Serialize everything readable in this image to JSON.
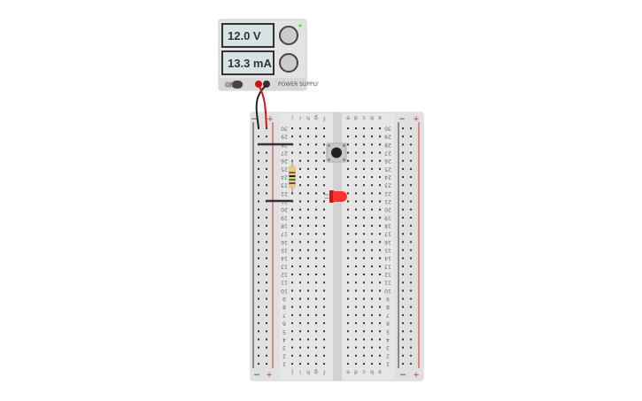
{
  "power_supply": {
    "voltage_display": "12.0 V",
    "current_display": "13.3 mA",
    "switch_label": "ON",
    "brand_label": "POWER SUPPLY",
    "indicator_color": "#44dd44"
  },
  "breadboard": {
    "rows": 30,
    "left_columns": [
      "j",
      "i",
      "h",
      "g",
      "f"
    ],
    "right_columns": [
      "e",
      "d",
      "c",
      "b",
      "a"
    ],
    "rail_minus": "−",
    "rail_plus": "+",
    "rail_colors": {
      "minus": "#333333",
      "plus": "#cc3333"
    }
  },
  "components": {
    "resistor": {
      "bands": [
        "#8a5a2b",
        "#222222",
        "#2b8a2b",
        "#8a2b8a"
      ]
    },
    "led": {
      "color": "#ff3333"
    },
    "pushbutton": {},
    "wires": [
      {
        "color": "#222222"
      },
      {
        "color": "#dd1111"
      },
      {
        "color": "#333333"
      },
      {
        "color": "#333333"
      }
    ]
  }
}
